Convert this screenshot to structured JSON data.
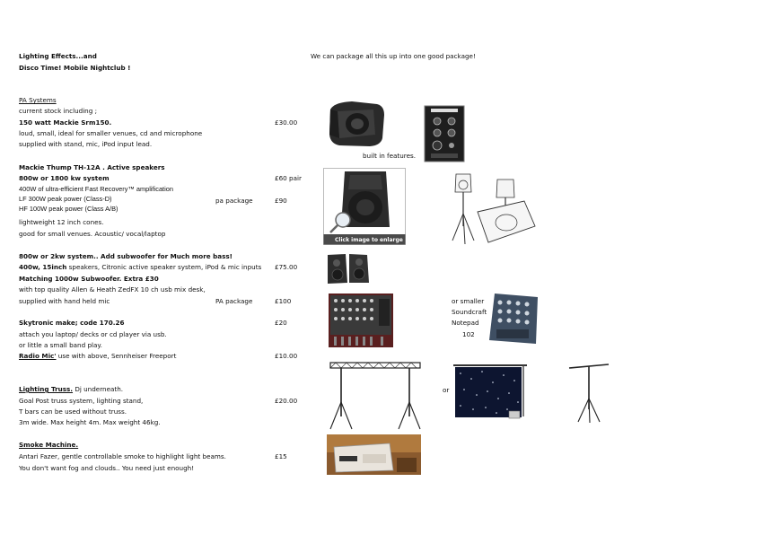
{
  "header": {
    "line1": "Lighting Effects...and",
    "line2": "Disco Time! Mobile Nightclub !",
    "package_note": "We can package all this up into one good package!"
  },
  "pa": {
    "heading": "PA Systems",
    "stock": "current stock including ;",
    "srm_title": "150 watt Mackie Srm150.",
    "srm_price": "£30.00",
    "srm_desc1": "loud, small, ideal for smaller venues, cd and microphone",
    "srm_desc2": "supplied with stand, mic, iPod input lead.",
    "built_in": "built in features.",
    "thump_title": "Mackie Thump TH-12A .   Active speakers",
    "thump_power": "800w or 1800 kw system",
    "thump_price": "£60 pair",
    "thump_spec1": "400W of ultra-efficient Fast Recovery™ amplification",
    "thump_spec2": "LF 300W peak power (Class-D)",
    "thump_spec3": "HF 100W peak power (Class A/B)",
    "pa_package_label": "pa package",
    "pa_package_price": "£90",
    "thump_desc1": "lightweight 12 inch cones.",
    "thump_desc2": "good for small venues. Acoustic/ vocal/laptop",
    "click_enlarge": "Click image to enlarge"
  },
  "sub": {
    "title": "800w or 2kw system.. Add subwoofer for Much more bass!",
    "line_a": "400w, 15inch",
    "line_b": " speakers, Citronic active speaker system, iPod & mic inputs",
    "price": "£75.00",
    "matching": "Matching 1000w Subwoofer. Extra £30",
    "desk": "with top quality Allen & Heath ZedFX 10 ch  usb mix desk,",
    "mic": " supplied with hand held mic",
    "package_label": "PA package",
    "package_price": "£100",
    "or_smaller": "or smaller",
    "soundcraft": "Soundcraft",
    "notepad": "Notepad",
    "model": "102"
  },
  "sky": {
    "title": "Skytronic  make; code 170.26",
    "price": "£20",
    "line1": "attach you laptop/ decks or cd player via usb.",
    "line2": "or little a small band play."
  },
  "radio": {
    "label": "Radio Mic'",
    "rest": " use with above, Sennheiser Freeport",
    "price": "£10.00"
  },
  "truss": {
    "heading": "Lighting Truss.",
    "heading_rest": "  Dj underneath.",
    "or": "or",
    "line1": "Goal Post truss system, lighting stand,",
    "price": "£20.00",
    "line2": "T bars can be used without truss.",
    "line3": "3m wide. Max height 4m. Max weight 46kg."
  },
  "smoke": {
    "heading": "Smoke Machine.",
    "line1": "Antari Fazer, gentle controllable smoke to highlight light beams.",
    "price": "£15",
    "line2": "You don't want fog and clouds.. You need just enough!"
  }
}
